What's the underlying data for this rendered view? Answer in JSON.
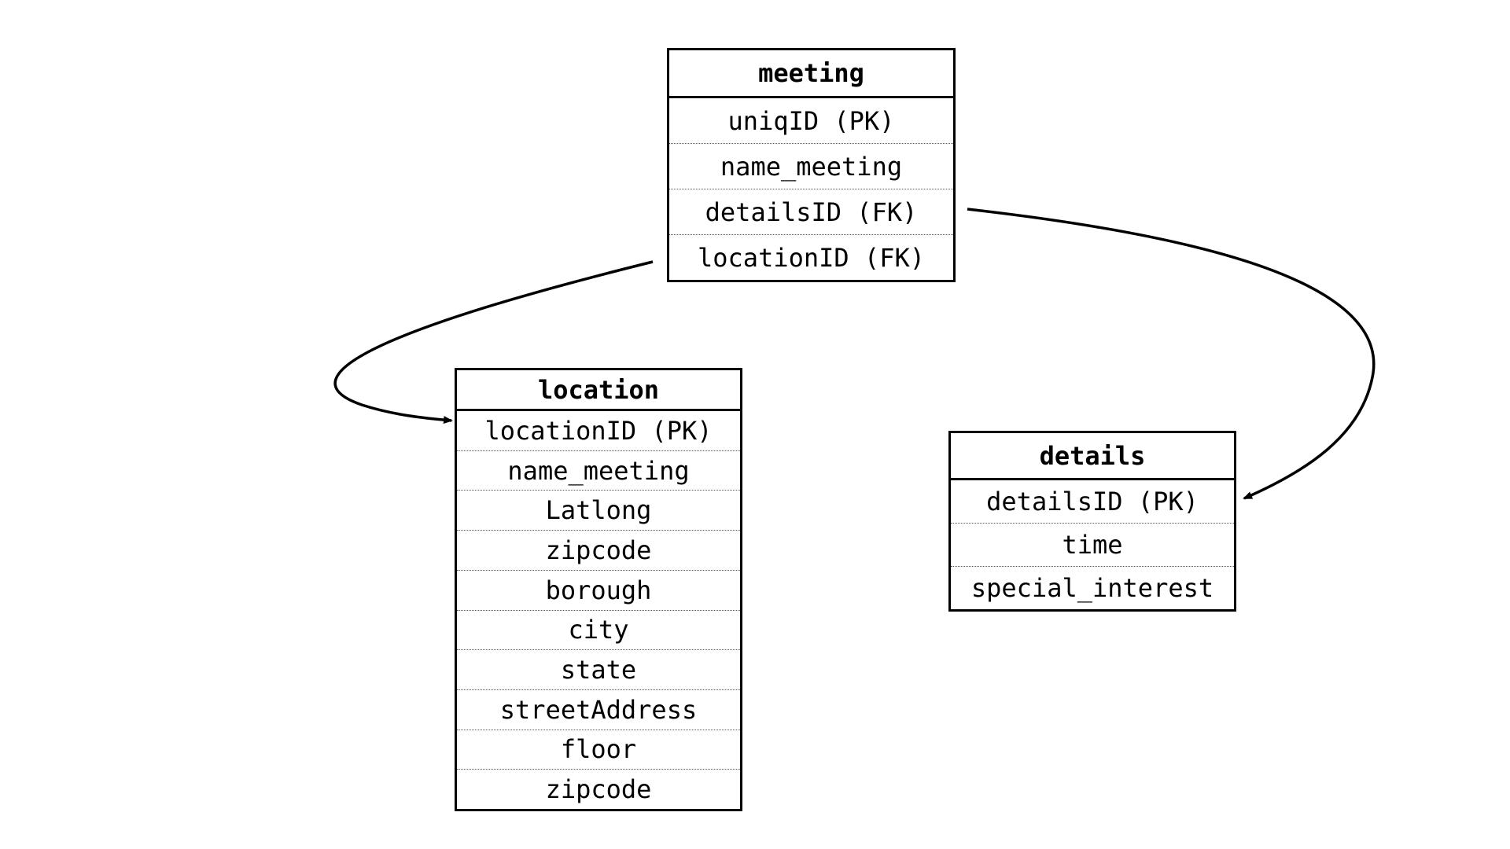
{
  "entities": {
    "meeting": {
      "title": "meeting",
      "fields": [
        "uniqID (PK)",
        "name_meeting",
        "detailsID (FK)",
        "locationID (FK)"
      ]
    },
    "location": {
      "title": "location",
      "fields": [
        "locationID (PK)",
        "name_meeting",
        "Latlong",
        "zipcode",
        "borough",
        "city",
        "state",
        "streetAddress",
        "floor",
        "zipcode"
      ]
    },
    "details": {
      "title": "details",
      "fields": [
        "detailsID (PK)",
        "time",
        "special_interest"
      ]
    }
  },
  "relationships": [
    {
      "from": "meeting.locationID (FK)",
      "to": "location.locationID (PK)"
    },
    {
      "from": "meeting.detailsID (FK)",
      "to": "details.detailsID (PK)"
    }
  ],
  "colors": {
    "line": "#000000",
    "background": "#ffffff",
    "row_divider": "#555555"
  }
}
